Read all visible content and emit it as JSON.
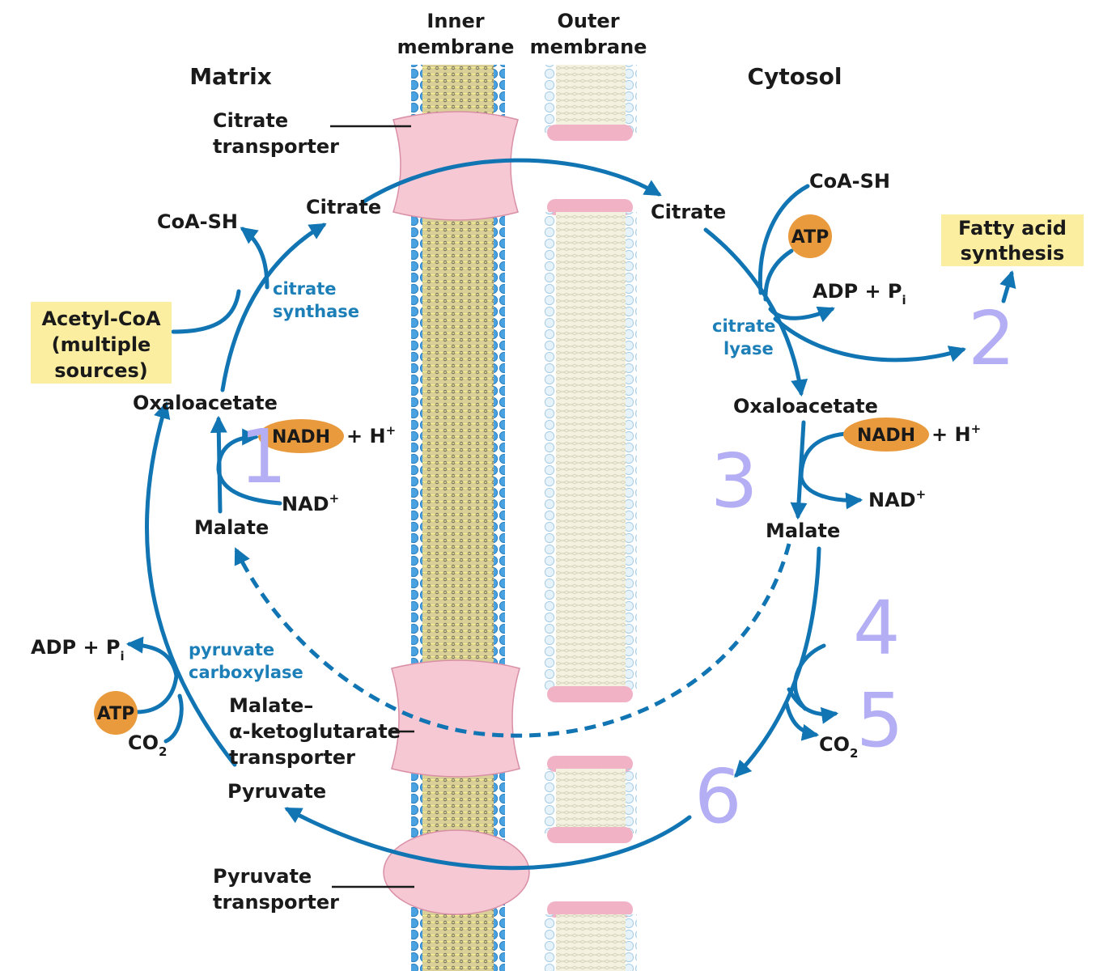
{
  "headers": {
    "inner_membrane_line1": "Inner",
    "inner_membrane_line2": "membrane",
    "outer_membrane_line1": "Outer",
    "outer_membrane_line2": "membrane",
    "matrix": "Matrix",
    "cytosol": "Cytosol"
  },
  "transporters": {
    "citrate_line1": "Citrate",
    "citrate_line2": "transporter",
    "malate_line1": "Malate–",
    "malate_line2": "α-ketoglutarate",
    "malate_line3": "transporter",
    "pyruvate_line1": "Pyruvate",
    "pyruvate_line2": "transporter"
  },
  "matrix_side": {
    "coa_sh": "CoA-SH",
    "citrate": "Citrate",
    "enzyme_citrate_synthase_line1": "citrate",
    "enzyme_citrate_synthase_line2": "synthase",
    "acetyl_coa_line1": "Acetyl-CoA",
    "acetyl_coa_line2": "(multiple",
    "acetyl_coa_line3": "sources)",
    "oxaloacetate": "Oxaloacetate",
    "nadh": "NADH",
    "h_plus": "+ H",
    "h_sup": "+",
    "nad": "NAD",
    "nad_sup": "+",
    "malate": "Malate",
    "adp_pi": "ADP + P",
    "pi_sub": "i",
    "enzyme_pyruvate_carboxylase_line1": "pyruvate",
    "enzyme_pyruvate_carboxylase_line2": "carboxylase",
    "atp": "ATP",
    "co2": "CO",
    "co2_sub": "2",
    "pyruvate": "Pyruvate"
  },
  "cytosol_side": {
    "citrate": "Citrate",
    "coa_sh": "CoA-SH",
    "atp": "ATP",
    "adp_pi": "ADP + P",
    "pi_sub": "i",
    "enzyme_citrate_lyase_line1": "citrate",
    "enzyme_citrate_lyase_line2": "lyase",
    "fatty_acid_line1": "Fatty acid",
    "fatty_acid_line2": "synthesis",
    "oxaloacetate": "Oxaloacetate",
    "nadh": "NADH",
    "h_plus": "+ H",
    "h_sup": "+",
    "nad": "NAD",
    "nad_sup": "+",
    "malate": "Malate",
    "co2": "CO",
    "co2_sub": "2"
  },
  "handwritten_numbers": {
    "n1": "1",
    "n2": "2",
    "n3": "3",
    "n4": "4",
    "n5": "5",
    "n6": "6"
  },
  "colors": {
    "flow_arrow": "#1275b3",
    "enzyme_text": "#1d7fb8",
    "highlight_box": "#fbeea0",
    "energy_pill": "#e89a3d",
    "transporter": "#f5c8d4",
    "handwriting": "#b4aef4",
    "inner_membrane_head": "#4aa3e0",
    "inner_membrane_tail": "#c9bd7a"
  }
}
